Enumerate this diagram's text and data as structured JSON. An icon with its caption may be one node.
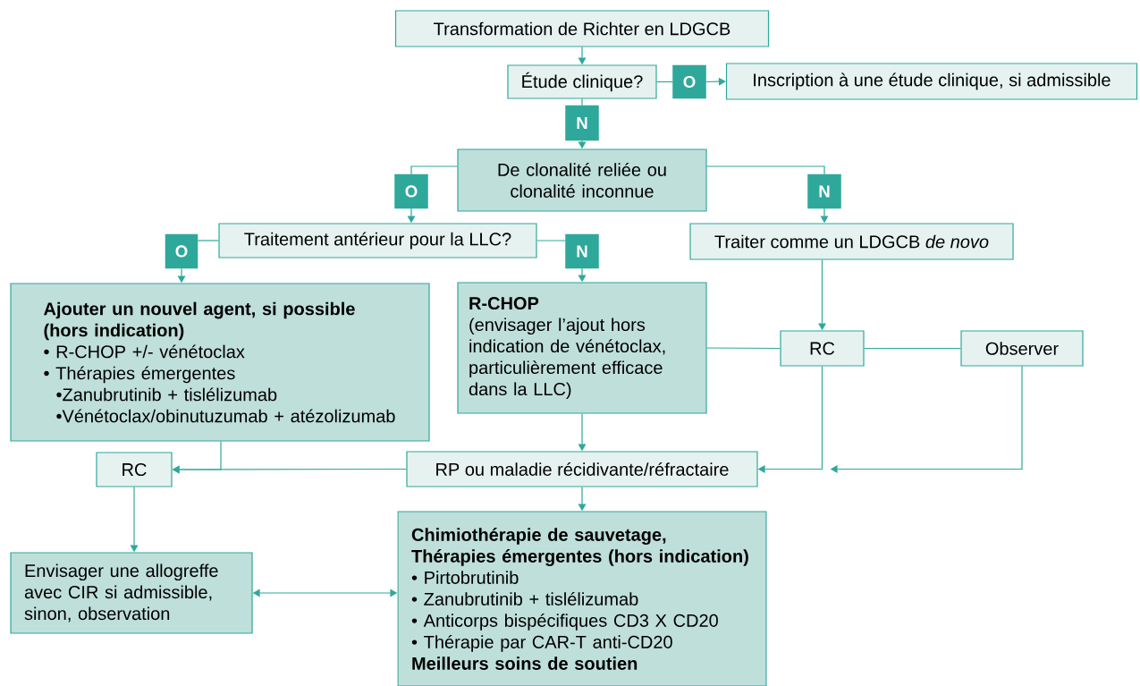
{
  "diagram": {
    "nodes": [
      {
        "text": [
          "Transformation de Richter en LDGCB"
        ]
      },
      {
        "text": [
          "Étude clinique?"
        ]
      },
      {
        "text": [
          "O"
        ]
      },
      {
        "text": [
          "Inscription à une étude clinique, si admissible"
        ]
      },
      {
        "text": [
          "N"
        ]
      },
      {
        "text": [
          "De clonalité reliée ou clonalité inconnue"
        ]
      },
      {
        "text": [
          "O"
        ]
      },
      {
        "text": [
          "N"
        ]
      },
      {
        "text": [
          "Traitement antérieur pour la LLC?"
        ]
      },
      {
        "text": [
          "Traiter comme un LDGCB *de novo*"
        ]
      },
      {
        "text": [
          "O"
        ]
      },
      {
        "text": [
          "N"
        ]
      },
      {
        "text": [
          "Ajouter un nouvel agent, si possible (hors indication)",
          "• R-CHOP +/- vénétoclax",
          "• Thérapies émergentes",
          "•Zanubrutinib + tislélizumab",
          "•Vénétoclax/obinutuzumab + atézolizumab"
        ]
      },
      {
        "text": [
          "R-CHOP",
          "(envisager l’ajout hors indication de vénétoclax, particulièrement efficace dans la LLC)"
        ]
      },
      {
        "text": [
          "RC"
        ]
      },
      {
        "text": [
          "Observer"
        ]
      },
      {
        "text": [
          "RC"
        ]
      },
      {
        "text": [
          "RP ou maladie récidivante/réfractaire"
        ]
      },
      {
        "text": [
          "Envisager une allogreffe avec CIR si admissible, sinon, observation"
        ]
      },
      {
        "text": [
          "Chimiothérapie de sauvetage, Thérapies émergentes (hors indication)",
          "• Pirtobrutinib",
          "• Zanubrutinib + tislélizumab",
          "• Anticorps bispécifiques CD3 X CD20",
          "• Thérapie par CAR-T anti-CD20",
          "Meilleurs soins de soutien"
        ]
      }
    ],
    "edges": [
      {
        "from": 0,
        "to": 1,
        "arrow": "to"
      },
      {
        "from": 1,
        "to": 2,
        "arrow": "none"
      },
      {
        "from": 2,
        "to": 3,
        "arrow": "to"
      },
      {
        "from": 1,
        "to": 4,
        "arrow": "none"
      },
      {
        "from": 4,
        "to": 5,
        "arrow": "to"
      },
      {
        "from": 5,
        "to": 6,
        "arrow": "none"
      },
      {
        "from": 6,
        "to": 8,
        "arrow": "to"
      },
      {
        "from": 5,
        "to": 7,
        "arrow": "none"
      },
      {
        "from": 7,
        "to": 9,
        "arrow": "to"
      },
      {
        "from": 8,
        "to": 10,
        "arrow": "none"
      },
      {
        "from": 10,
        "to": 12,
        "arrow": "to"
      },
      {
        "from": 8,
        "to": 11,
        "arrow": "none"
      },
      {
        "from": 11,
        "to": 13,
        "arrow": "to"
      },
      {
        "from": 9,
        "to": 14,
        "arrow": "to"
      },
      {
        "from": 13,
        "to": 14,
        "arrow": "none"
      },
      {
        "from": 14,
        "to": 15,
        "arrow": "none"
      },
      {
        "from": 13,
        "to": 17,
        "arrow": "to"
      },
      {
        "from": 12,
        "to": 16,
        "arrow": "to"
      },
      {
        "from": 17,
        "to": 16,
        "arrow": "to"
      },
      {
        "from": 14,
        "to": 17,
        "arrow": "to"
      },
      {
        "from": 15,
        "to": 17,
        "arrow": "to"
      },
      {
        "from": 17,
        "to": 19,
        "arrow": "to"
      },
      {
        "from": 16,
        "to": 18,
        "arrow": "to"
      },
      {
        "from": 18,
        "to": 19,
        "arrow": "both"
      }
    ]
  }
}
